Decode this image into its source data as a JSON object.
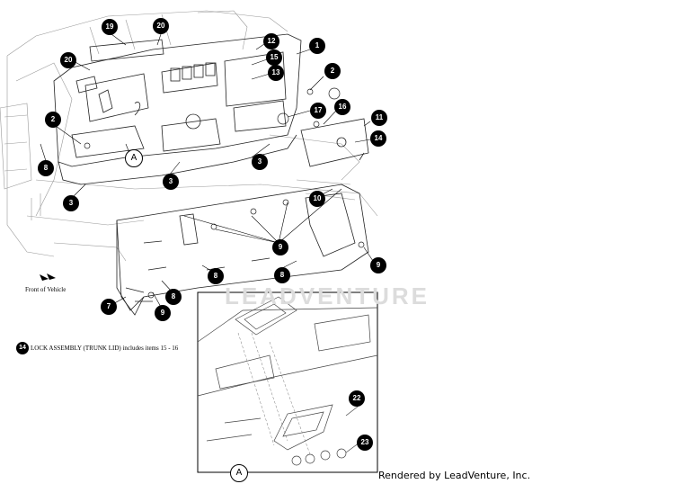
{
  "callouts": [
    {
      "id": "c1",
      "label": "1"
    },
    {
      "id": "c2a",
      "label": "2"
    },
    {
      "id": "c2b",
      "label": "2"
    },
    {
      "id": "c3a",
      "label": "3"
    },
    {
      "id": "c3b",
      "label": "3"
    },
    {
      "id": "c3c",
      "label": "3"
    },
    {
      "id": "c7",
      "label": "7"
    },
    {
      "id": "c8a",
      "label": "8"
    },
    {
      "id": "c8b",
      "label": "8"
    },
    {
      "id": "c8c",
      "label": "8"
    },
    {
      "id": "c8d",
      "label": "8"
    },
    {
      "id": "c9a",
      "label": "9"
    },
    {
      "id": "c9b",
      "label": "9"
    },
    {
      "id": "c9c",
      "label": "9"
    },
    {
      "id": "c10",
      "label": "10"
    },
    {
      "id": "c11",
      "label": "11"
    },
    {
      "id": "c12",
      "label": "12"
    },
    {
      "id": "c13",
      "label": "13"
    },
    {
      "id": "c14",
      "label": "14"
    },
    {
      "id": "c15",
      "label": "15"
    },
    {
      "id": "c16",
      "label": "16"
    },
    {
      "id": "c17",
      "label": "17"
    },
    {
      "id": "c19",
      "label": "19"
    },
    {
      "id": "c20a",
      "label": "20"
    },
    {
      "id": "c20b",
      "label": "20"
    },
    {
      "id": "c22",
      "label": "22"
    },
    {
      "id": "c23",
      "label": "23"
    }
  ],
  "reference_letter": "A",
  "front_label": "Front of Vehicle",
  "note": {
    "item": "14",
    "text": "LOCK ASSEMBLY (TRUNK LID) includes items 15 - 16"
  },
  "watermark": "LEADVENTURE",
  "rendered_by": "Rendered by LeadVenture, Inc."
}
